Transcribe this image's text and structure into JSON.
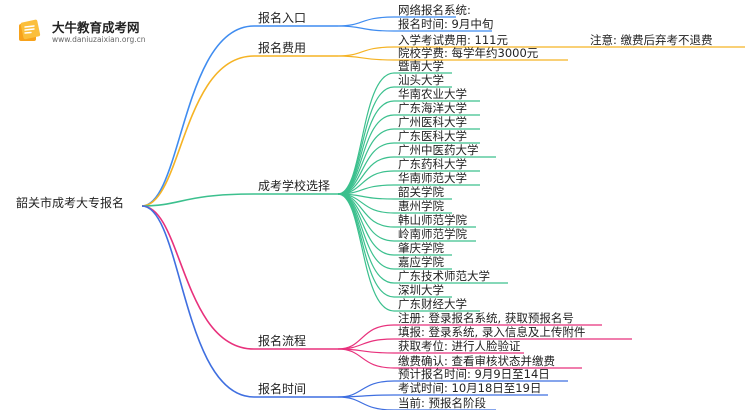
{
  "brand": {
    "title": "大牛教育成考网",
    "url": "www.daniuzaixian.org.cn"
  },
  "mindmap": {
    "root": "韶关市成考大专报名",
    "branches": [
      {
        "label": "报名入口",
        "color": "#3f8cf0",
        "children": [
          {
            "label": "网络报名系统:"
          },
          {
            "label": "报名时间: 9月中旬"
          }
        ]
      },
      {
        "label": "报名费用",
        "color": "#f5b324",
        "children": [
          {
            "label": "入学考试费用: 111元",
            "note": "注意: 缴费后弃考不退费"
          },
          {
            "label": "院校学费: 每学年约3000元"
          }
        ]
      },
      {
        "label": "成考学校选择",
        "color": "#3cc08e",
        "children": [
          {
            "label": "暨南大学"
          },
          {
            "label": "汕头大学"
          },
          {
            "label": "华南农业大学"
          },
          {
            "label": "广东海洋大学"
          },
          {
            "label": "广州医科大学"
          },
          {
            "label": "广东医科大学"
          },
          {
            "label": "广州中医药大学"
          },
          {
            "label": "广东药科大学"
          },
          {
            "label": "华南师范大学"
          },
          {
            "label": "韶关学院"
          },
          {
            "label": "惠州学院"
          },
          {
            "label": "韩山师范学院"
          },
          {
            "label": "岭南师范学院"
          },
          {
            "label": "肇庆学院"
          },
          {
            "label": "嘉应学院"
          },
          {
            "label": "广东技术师范大学"
          },
          {
            "label": "深圳大学"
          },
          {
            "label": "广东财经大学"
          }
        ]
      },
      {
        "label": "报名流程",
        "color": "#e8317c",
        "children": [
          {
            "label": "注册: 登录报名系统, 获取预报名号"
          },
          {
            "label": "填报: 登录系统, 录入信息及上传附件"
          },
          {
            "label": "获取考位: 进行人脸验证"
          },
          {
            "label": "缴费确认: 查看审核状态并缴费"
          }
        ]
      },
      {
        "label": "报名时间",
        "color": "#3f6fe0",
        "children": [
          {
            "label": "预计报名时间: 9月9日至14日"
          },
          {
            "label": "考试时间: 10月18日至19日"
          },
          {
            "label": "当前: 预报名阶段"
          }
        ]
      }
    ]
  }
}
